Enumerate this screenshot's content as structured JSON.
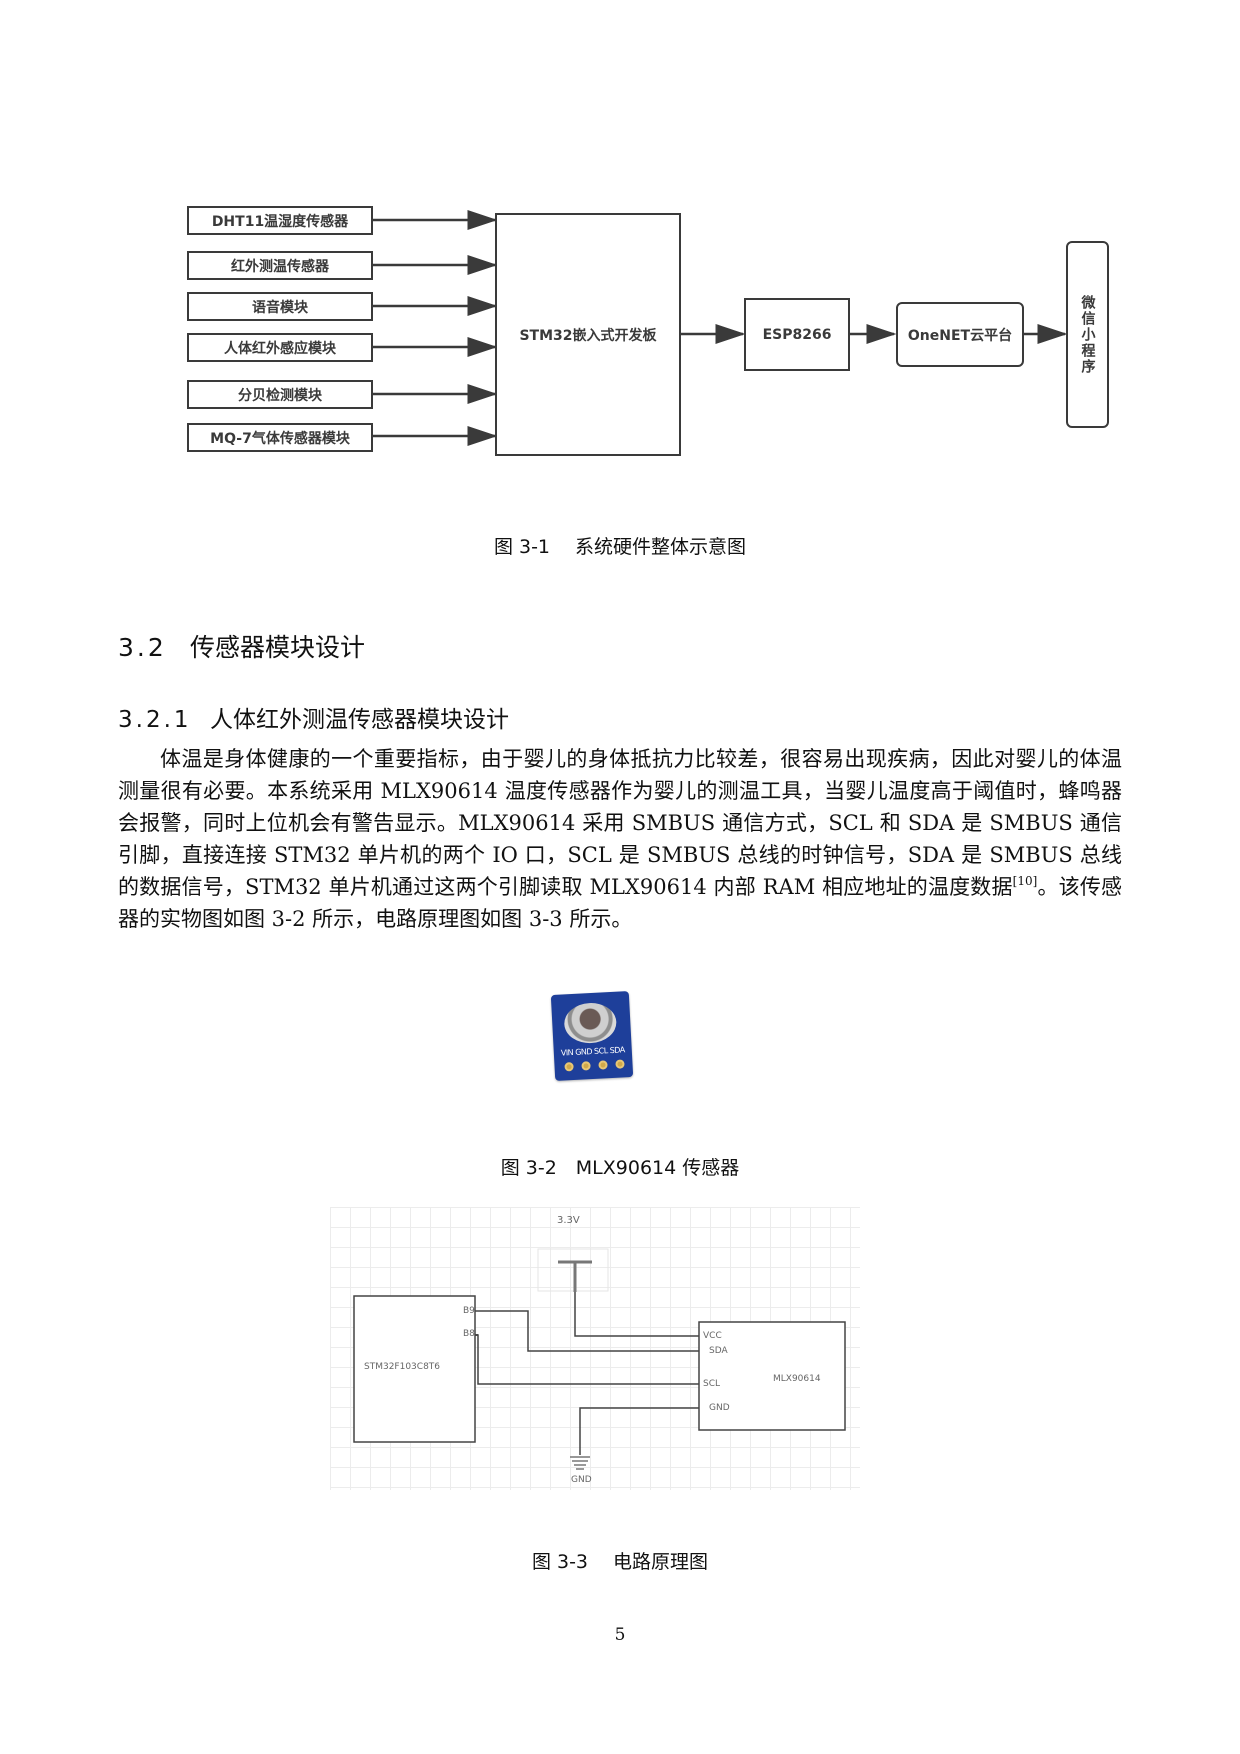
{
  "figure_3_1": {
    "inputs": [
      {
        "label": "DHT11温湿度传感器"
      },
      {
        "label": "红外测温传感器"
      },
      {
        "label": "语音模块"
      },
      {
        "label": "人体红外感应模块"
      },
      {
        "label": "分贝检测模块"
      },
      {
        "label": "MQ-7气体传感器模块"
      }
    ],
    "mcu": "STM32嵌入式开发板",
    "wifi": "ESP8266",
    "cloud": "OneNET云平台",
    "app": "微信小程序",
    "caption": "图 3-1　 系统硬件整体示意图"
  },
  "section": {
    "number": "3.2",
    "title": "传感器模块设计"
  },
  "subsection": {
    "number": "3.2.1",
    "title": "人体红外测温传感器模块设计"
  },
  "paragraph": {
    "text_before_ref": "体温是身体健康的一个重要指标，由于婴儿的身体抵抗力比较差，很容易出现疾病，因此对婴儿的体温测量很有必要。本系统采用 MLX90614 温度传感器作为婴儿的测温工具，当婴儿温度高于阈值时，蜂鸣器会报警，同时上位机会有警告显示。MLX90614 采用 SMBUS 通信方式，SCL 和 SDA 是 SMBUS 通信引脚，直接连接 STM32 单片机的两个 IO 口，SCL 是 SMBUS 总线的时钟信号，SDA 是 SMBUS 总线的数据信号，STM32 单片机通过这两个引脚读取 MLX90614 内部 RAM 相应地址的温度数据",
    "ref": "[10]",
    "text_after_ref": "。该传感器的实物图如图 3-2 所示，电路原理图如图 3-3 所示。"
  },
  "figure_3_2": {
    "pin_labels": "VIN GND SCL SDA",
    "caption": "图 3-2　MLX90614 传感器"
  },
  "figure_3_3": {
    "supply": "3.3V",
    "mcu": "STM32F103C8T6",
    "mcu_pins": [
      "B9",
      "B8"
    ],
    "sensor": "MLX90614",
    "sensor_pins": [
      "VCC",
      "SDA",
      "SCL",
      "GND"
    ],
    "ground": "GND",
    "caption": "图 3-3　 电路原理图"
  },
  "page_number": "5"
}
